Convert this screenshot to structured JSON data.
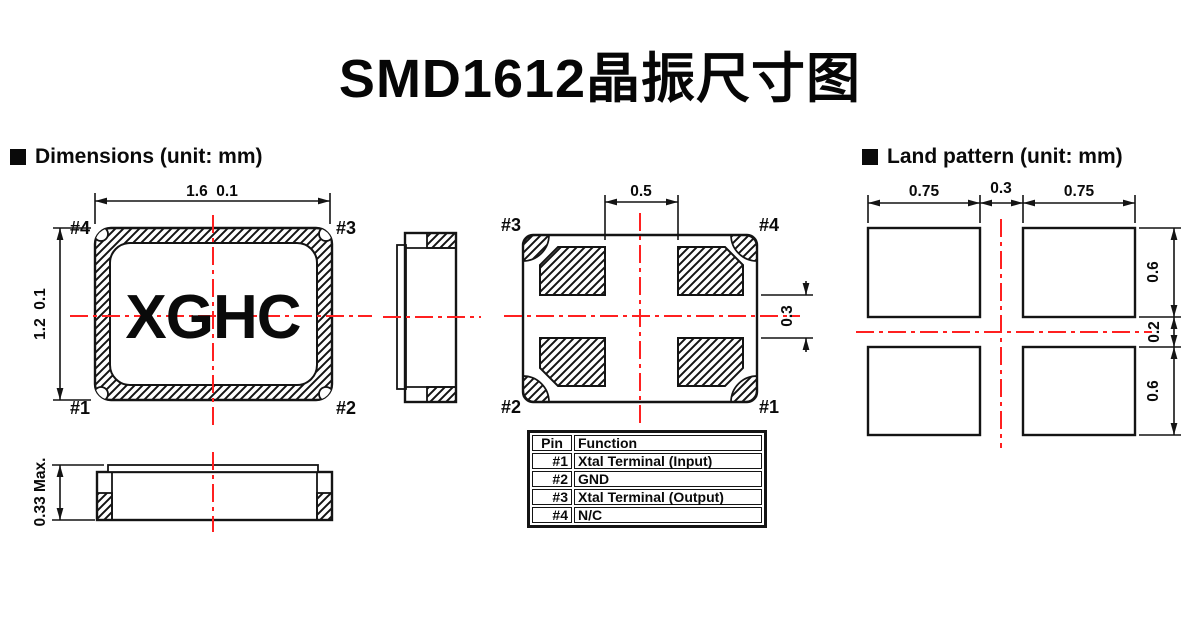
{
  "title": "SMD1612晶振尺寸图",
  "sections": {
    "dimensions": "Dimensions (unit: mm)",
    "land_pattern": "Land pattern (unit: mm)"
  },
  "pins": {
    "p1": "#1",
    "p2": "#2",
    "p3": "#3",
    "p4": "#4"
  },
  "top_view": {
    "marking": "XGHC",
    "dim_width": "1.6  0.1",
    "dim_height": "1.2  0.1"
  },
  "elevation": {
    "dim_height": "0.33 Max."
  },
  "bottom_view": {
    "dim_gap_x": "0.5",
    "dim_gap_y": "0.3"
  },
  "land_pattern": {
    "dim_pad_width_left": "0.75",
    "dim_gap_x": "0.3",
    "dim_pad_width_right": "0.75",
    "dim_pad_height_top": "0.6",
    "dim_gap_y": "0.2",
    "dim_pad_height_bottom": "0.6"
  },
  "pin_table": {
    "headers": [
      "Pin",
      "Function"
    ],
    "rows": [
      {
        "pin": "#1",
        "function": "Xtal Terminal (Input)"
      },
      {
        "pin": "#2",
        "function": "GND"
      },
      {
        "pin": "#3",
        "function": "Xtal Terminal (Output)"
      },
      {
        "pin": "#4",
        "function": "N/C"
      }
    ]
  },
  "colors": {
    "line": "#141414",
    "centerline": "#ff2020"
  }
}
